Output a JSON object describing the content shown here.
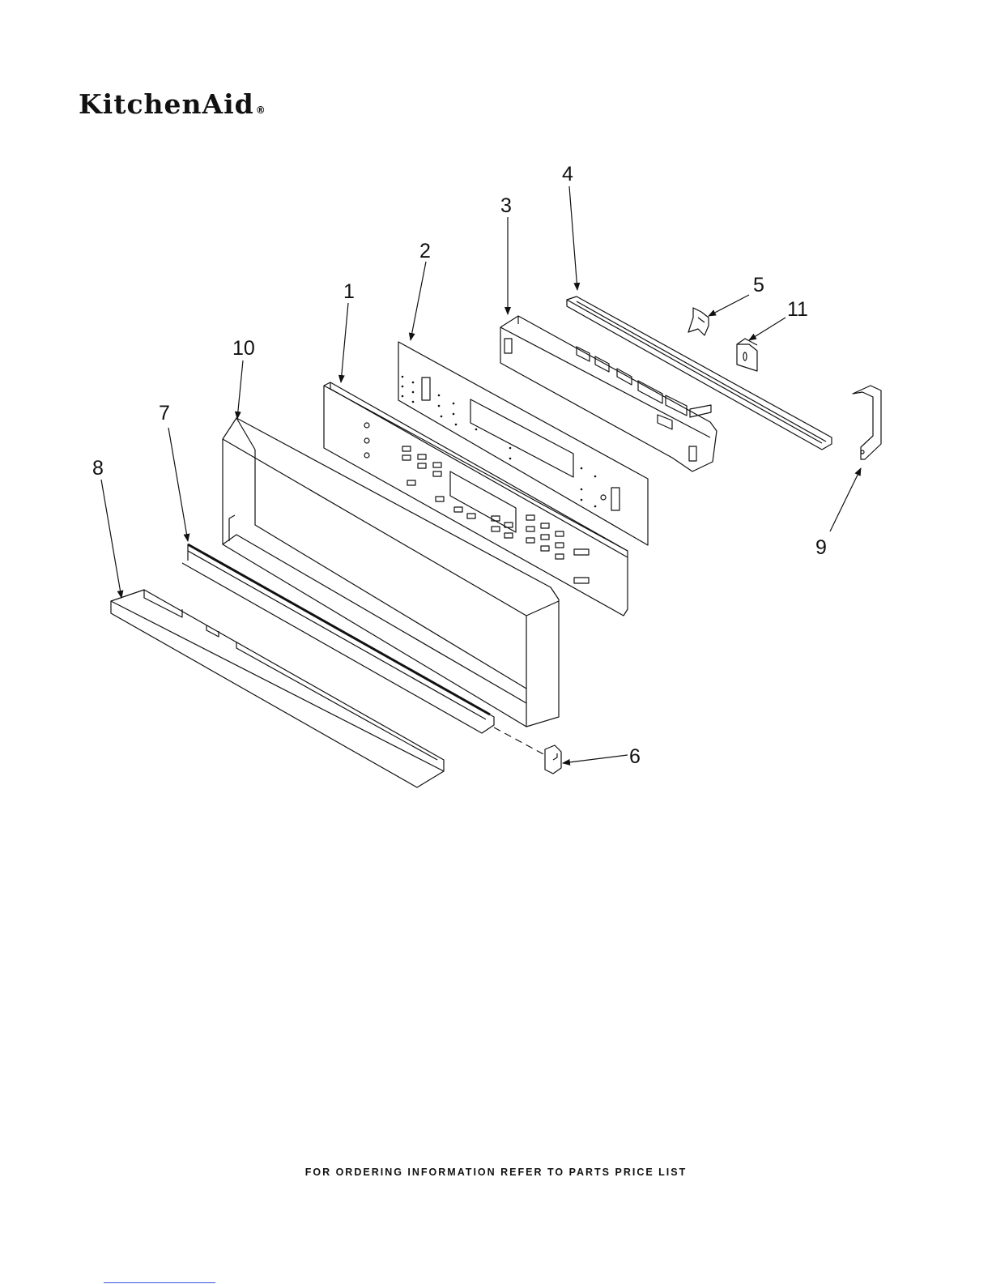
{
  "brand": {
    "name": "KitchenAid",
    "registered_mark": "®"
  },
  "diagram": {
    "callouts": [
      "1",
      "2",
      "3",
      "4",
      "5",
      "6",
      "7",
      "8",
      "9",
      "10",
      "11"
    ]
  },
  "footer": {
    "text": "FOR ORDERING INFORMATION REFER TO PARTS PRICE LIST"
  },
  "colors": {
    "ink": "#111111",
    "background": "#ffffff",
    "link_rule": "#3355dd"
  }
}
